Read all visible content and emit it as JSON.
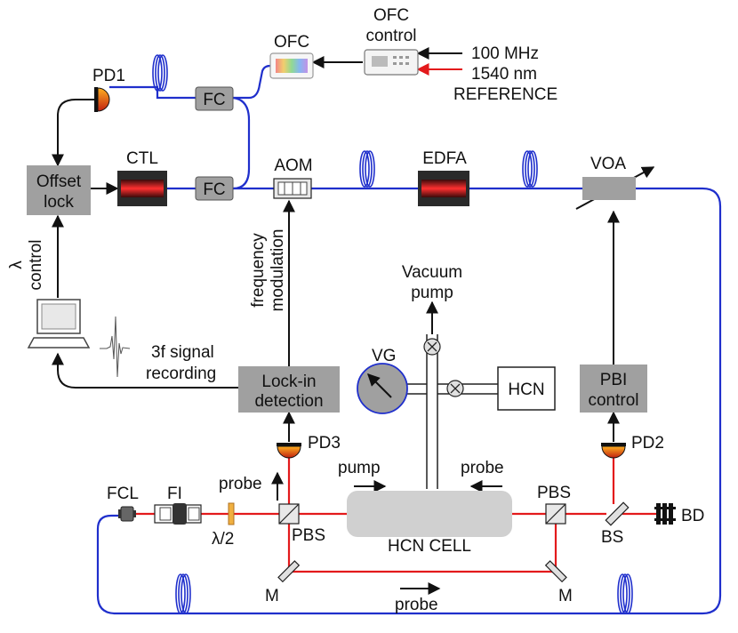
{
  "colors": {
    "fiber": "#1f2fcc",
    "beam": "#e31a1c",
    "box_fill": "#a0a0a0",
    "cell_fill": "#d0d0d0",
    "arrow": "#111111",
    "reference_red": "#e31a1c",
    "detector_orange": "#e88a10"
  },
  "components": {
    "ofc_control": "OFC control",
    "ofc_control_line1": "OFC",
    "ofc_control_line2": "control",
    "ofc": "OFC",
    "ref_freq": "100 MHz",
    "ref_wavelength": "1540 nm",
    "ref_word": "REFERENCE",
    "pd1": "PD1",
    "fc_top": "FC",
    "fc_mid": "FC",
    "offset_lock_line1": "Offset",
    "offset_lock_line2": "lock",
    "ctl": "CTL",
    "aom": "AOM",
    "edfa": "EDFA",
    "voa": "VOA",
    "lambda_symbol": "λ",
    "lambda_control": "control",
    "freq_mod_line1": "frequency",
    "freq_mod_line2": "modulation",
    "vacuum_line1": "Vacuum",
    "vacuum_line2": "pump",
    "vg": "VG",
    "hcn": "HCN",
    "signal_line1": "3f signal",
    "signal_line2": "recording",
    "lockin_line1": "Lock-in",
    "lockin_line2": "detection",
    "pbi_line1": "PBI",
    "pbi_line2": "control",
    "pd3": "PD3",
    "pd2": "PD2",
    "probe_up": "probe",
    "pump": "pump",
    "probe_left": "probe",
    "fcl": "FCL",
    "fi": "FI",
    "half_wave": "λ/2",
    "pbs_left": "PBS",
    "pbs_right": "PBS",
    "hcn_cell": "HCN CELL",
    "bs": "BS",
    "bd": "BD",
    "mirror_left": "M",
    "mirror_right": "M",
    "probe_bottom": "probe"
  }
}
